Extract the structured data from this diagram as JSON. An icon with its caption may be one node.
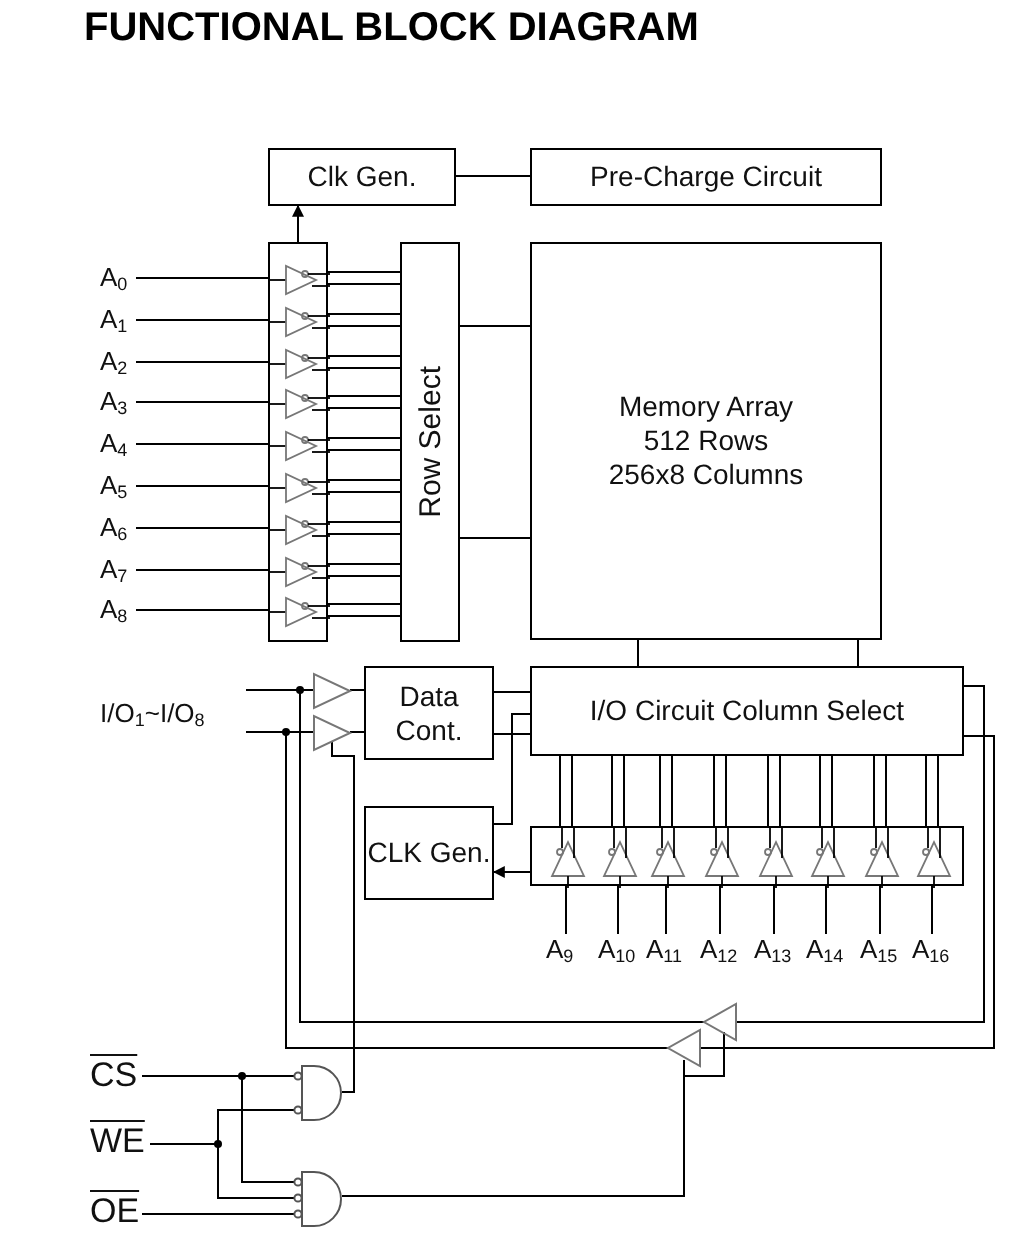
{
  "diagram": {
    "title": "FUNCTIONAL BLOCK DIAGRAM",
    "nodes": [
      {
        "text": [
          "Clk Gen."
        ]
      },
      {
        "text": [
          "Pre-Charge Circuit"
        ]
      },
      {
        "text": [
          "A$_{0}$"
        ]
      },
      {
        "text": [
          "A$_{1}$"
        ]
      },
      {
        "text": [
          "A$_{2}$"
        ]
      },
      {
        "text": [
          "A$_{3}$"
        ]
      },
      {
        "text": [
          "A$_{4}$"
        ]
      },
      {
        "text": [
          "A$_{5}$"
        ]
      },
      {
        "text": [
          "A$_{6}$"
        ]
      },
      {
        "text": [
          "A$_{7}$"
        ]
      },
      {
        "text": [
          "A$_{8}$"
        ]
      },
      {
        "text": [],
        "shape": "box"
      },
      {
        "text": [
          "Row Select"
        ]
      },
      {
        "text": [
          "Memory Array",
          "512 Rows",
          "256x8 Columns"
        ]
      },
      {
        "text": [
          "I/O$_{1}$~I/O$_{8}$"
        ]
      },
      {
        "text": [],
        "shape": "triangle"
      },
      {
        "text": [],
        "shape": "triangle"
      },
      {
        "text": [
          "Data Cont."
        ]
      },
      {
        "text": [
          "I/O Circuit Column Select"
        ]
      },
      {
        "text": [
          "CLK Gen."
        ]
      },
      {
        "text": [],
        "shape": "box"
      },
      {
        "text": [
          "A$_{9}$"
        ]
      },
      {
        "text": [
          "A$_{10}$"
        ]
      },
      {
        "text": [
          "A$_{11}$"
        ]
      },
      {
        "text": [
          "A$_{12}$"
        ]
      },
      {
        "text": [
          "A$_{13}$"
        ]
      },
      {
        "text": [
          "A$_{14}$"
        ]
      },
      {
        "text": [
          "A$_{15}$"
        ]
      },
      {
        "text": [
          "A$_{16}$"
        ]
      },
      {
        "text": [],
        "shape": "triangle"
      },
      {
        "text": [],
        "shape": "triangle"
      },
      {
        "text": [
          "CS"
        ]
      },
      {
        "text": [],
        "shape": "gate"
      },
      {
        "text": [
          "WE"
        ]
      },
      {
        "text": [],
        "shape": "gate"
      },
      {
        "text": [
          "OE"
        ]
      }
    ],
    "edges": [
      {
        "from": 11,
        "to": 0,
        "arrow": "to"
      },
      {
        "from": 0,
        "to": 1,
        "arrow": "none"
      },
      {
        "from": 2,
        "to": 11,
        "arrow": "none"
      },
      {
        "from": 3,
        "to": 11,
        "arrow": "none"
      },
      {
        "from": 4,
        "to": 11,
        "arrow": "none"
      },
      {
        "from": 5,
        "to": 11,
        "arrow": "none"
      },
      {
        "from": 6,
        "to": 11,
        "arrow": "none"
      },
      {
        "from": 7,
        "to": 11,
        "arrow": "none"
      },
      {
        "from": 8,
        "to": 11,
        "arrow": "none"
      },
      {
        "from": 9,
        "to": 11,
        "arrow": "none"
      },
      {
        "from": 10,
        "to": 11,
        "arrow": "none"
      },
      {
        "from": 11,
        "to": 12,
        "arrow": "none"
      },
      {
        "from": 12,
        "to": 13,
        "arrow": "none"
      },
      {
        "from": 13,
        "to": 18,
        "arrow": "none"
      },
      {
        "from": 14,
        "to": 15,
        "arrow": "none"
      },
      {
        "from": 14,
        "to": 16,
        "arrow": "none"
      },
      {
        "from": 15,
        "to": 17,
        "arrow": "none"
      },
      {
        "from": 16,
        "to": 17,
        "arrow": "none"
      },
      {
        "from": 17,
        "to": 18,
        "arrow": "none"
      },
      {
        "from": 19,
        "to": 18,
        "arrow": "none"
      },
      {
        "from": 20,
        "to": 19,
        "arrow": "to"
      },
      {
        "from": 20,
        "to": 18,
        "arrow": "none"
      },
      {
        "from": 21,
        "to": 20,
        "arrow": "none"
      },
      {
        "from": 22,
        "to": 20,
        "arrow": "none"
      },
      {
        "from": 23,
        "to": 20,
        "arrow": "none"
      },
      {
        "from": 24,
        "to": 20,
        "arrow": "none"
      },
      {
        "from": 25,
        "to": 20,
        "arrow": "none"
      },
      {
        "from": 26,
        "to": 20,
        "arrow": "none"
      },
      {
        "from": 27,
        "to": 20,
        "arrow": "none"
      },
      {
        "from": 28,
        "to": 20,
        "arrow": "none"
      },
      {
        "from": 18,
        "to": 29,
        "arrow": "none"
      },
      {
        "from": 18,
        "to": 30,
        "arrow": "none"
      },
      {
        "from": 29,
        "to": 14,
        "arrow": "none"
      },
      {
        "from": 30,
        "to": 14,
        "arrow": "none"
      },
      {
        "from": 31,
        "to": 32,
        "arrow": "none"
      },
      {
        "from": 31,
        "to": 34,
        "arrow": "none"
      },
      {
        "from": 33,
        "to": 32,
        "arrow": "none"
      },
      {
        "from": 33,
        "to": 34,
        "arrow": "none"
      },
      {
        "from": 35,
        "to": 34,
        "arrow": "none"
      },
      {
        "from": 32,
        "to": 16,
        "arrow": "none"
      },
      {
        "from": 34,
        "to": 29,
        "arrow": "none"
      },
      {
        "from": 34,
        "to": 30,
        "arrow": "none"
      }
    ]
  }
}
